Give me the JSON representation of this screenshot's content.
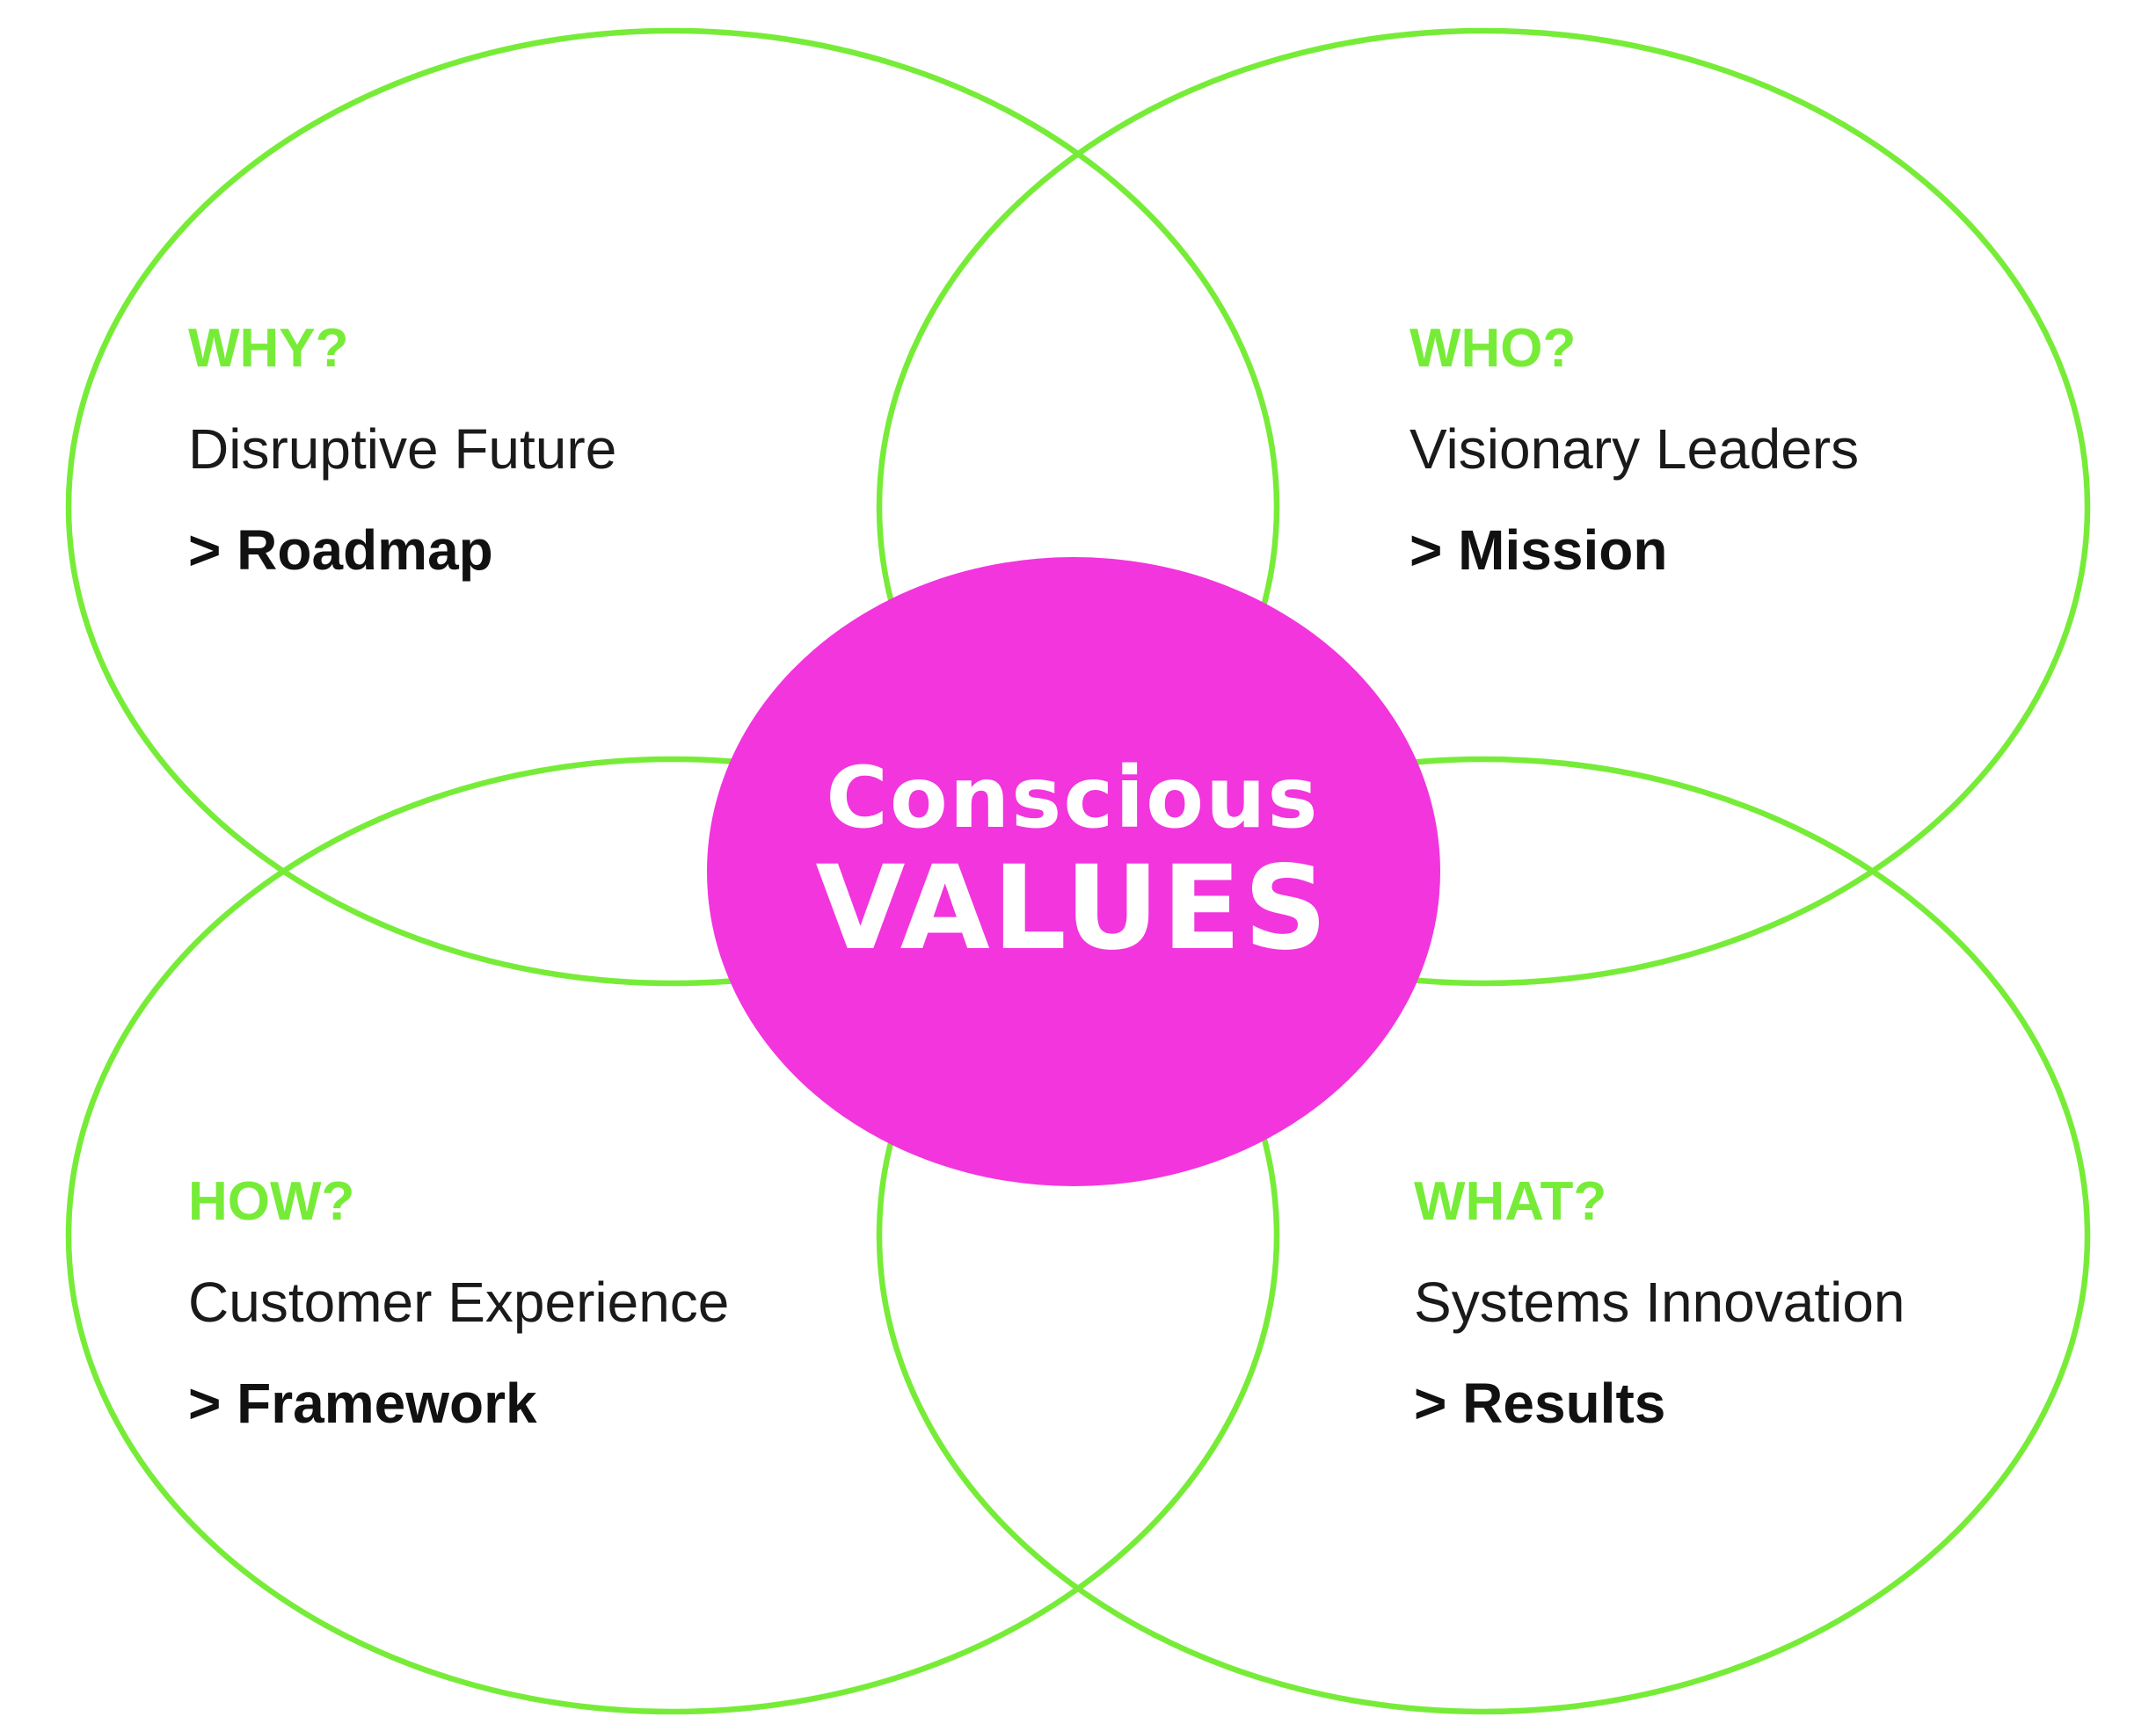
{
  "colors": {
    "ring": "#77ec38",
    "heading": "#77ec38",
    "center": "#f235dd",
    "center_text": "#ffffff",
    "body_text": "#1a1a1a"
  },
  "center": {
    "line1": "Conscious",
    "line2": "VALUES"
  },
  "quadrants": {
    "why": {
      "heading": "WHY?",
      "subtitle": "Disruptive Future",
      "link": "> Roadmap"
    },
    "who": {
      "heading": "WHO?",
      "subtitle": "Visionary Leaders",
      "link": "> Mission"
    },
    "how": {
      "heading": "HOW?",
      "subtitle": "Customer Experience",
      "link": "> Framework"
    },
    "what": {
      "heading": "WHAT?",
      "subtitle": "Systems Innovation",
      "link": "> Results"
    }
  }
}
